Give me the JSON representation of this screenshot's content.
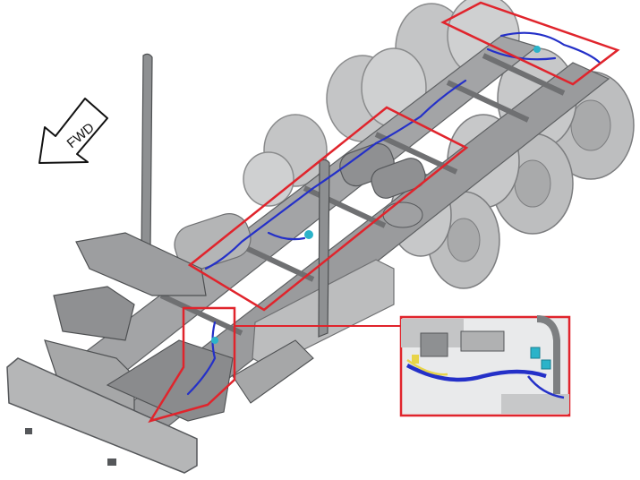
{
  "fwd_arrow": {
    "label": "FWD"
  },
  "colors": {
    "highlight": "#e0242c",
    "frame": "#8e9092",
    "frame_dark": "#5e6062",
    "tire": "#b9babb",
    "tire_dark": "#7c7d7f",
    "wiring": "#2430c8",
    "connector": "#2bb3c9",
    "wire_tape": "#e8d44a"
  },
  "highlights": [
    {
      "id": "rear-crossmember"
    },
    {
      "id": "mid-frame-rails"
    },
    {
      "id": "cab-bracket-area"
    },
    {
      "id": "detail-inset"
    }
  ]
}
